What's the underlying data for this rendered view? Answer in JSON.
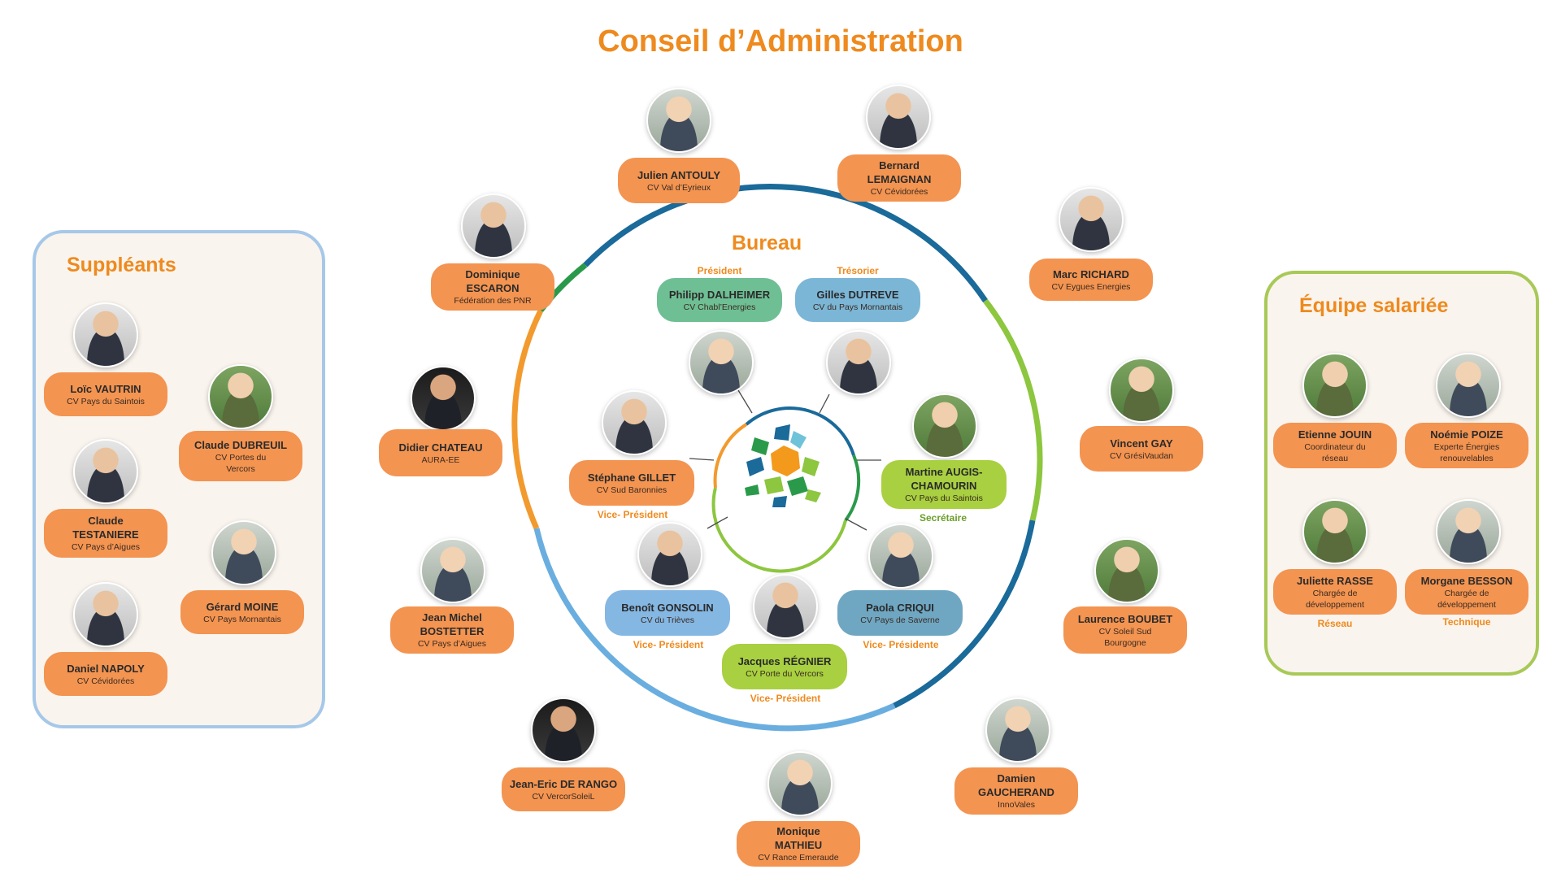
{
  "title": "Conseil d’Administration",
  "bureau_title": "Bureau",
  "suppleants_title": "Suppléants",
  "equipe_title": "Équipe salariée",
  "colors": {
    "accent_orange": "#ee8a1e",
    "pill_orange": "#f39451",
    "ring_blue_dark": "#1a6a9a",
    "ring_green": "#8dc63f",
    "ring_light_blue": "#6aaee0",
    "ring_dark_green": "#2a9a4a"
  },
  "board": [
    {
      "name": "Julien ANTOULY",
      "org": "CV Val d’Eyrieux"
    },
    {
      "name": "Bernard LEMAIGNAN",
      "org": "CV Cévidorées"
    },
    {
      "name": "Dominique ESCARON",
      "org": "Fédération des PNR"
    },
    {
      "name": "Marc RICHARD",
      "org": "CV Eygues Energies"
    },
    {
      "name": "Didier CHATEAU",
      "org": "AURA-EE"
    },
    {
      "name": "Vincent GAY",
      "org": "CV GrésiVaudan"
    },
    {
      "name": "Jean Michel BOSTETTER",
      "org": "CV Pays d’Aigues"
    },
    {
      "name": "Laurence BOUBET",
      "org": "CV Soleil Sud Bourgogne"
    },
    {
      "name": "Jean-Eric DE RANGO",
      "org": "CV VercorSoleiL"
    },
    {
      "name": "Damien GAUCHERAND",
      "org": "InnoVales"
    },
    {
      "name": "Monique MATHIEU",
      "org": "CV Rance Emeraude"
    }
  ],
  "bureau": [
    {
      "name": "Philipp DALHEIMER",
      "org": "CV Chabl’Energies",
      "role": "Président"
    },
    {
      "name": "Gilles DUTREVE",
      "org": "CV du Pays Mornantais",
      "role": "Trésorier"
    },
    {
      "name": "Stéphane GILLET",
      "org": "CV Sud Baronnies",
      "role": "Vice- Président"
    },
    {
      "name": "Martine AUGIS-CHAMOURIN",
      "org": "CV Pays du Saintois",
      "role": "Secrétaire"
    },
    {
      "name": "Benoît GONSOLIN",
      "org": "CV du Trièves",
      "role": "Vice- Président"
    },
    {
      "name": "Paola CRIQUI",
      "org": "CV Pays de Saverne",
      "role": "Vice- Présidente"
    },
    {
      "name": "Jacques RÉGNIER",
      "org": "CV Porte du Vercors",
      "role": "Vice- Président"
    }
  ],
  "suppleants": [
    {
      "name": "Loïc VAUTRIN",
      "org": "CV Pays du Saintois"
    },
    {
      "name": "Claude DUBREUIL",
      "org": "CV Portes du Vercors"
    },
    {
      "name": "Claude TESTANIERE",
      "org": "CV Pays d’Aigues"
    },
    {
      "name": "Gérard MOINE",
      "org": "CV Pays Mornantais"
    },
    {
      "name": "Daniel NAPOLY",
      "org": "CV Cévidorées"
    }
  ],
  "equipe": [
    {
      "name": "Etienne JOUIN",
      "org": "Coordinateur du réseau",
      "role": ""
    },
    {
      "name": "Noémie POIZE",
      "org": "Experte Énergies renouvelables",
      "role": ""
    },
    {
      "name": "Juliette RASSE",
      "org": "Chargée de développement",
      "role": "Réseau"
    },
    {
      "name": "Morgane BESSON",
      "org": "Chargée de développement",
      "role": "Technique"
    }
  ]
}
